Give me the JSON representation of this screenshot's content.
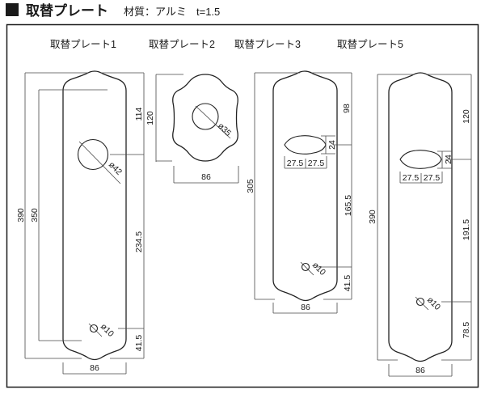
{
  "colors": {
    "ink": "#1a1a1a",
    "background": "#ffffff"
  },
  "header": {
    "title": "取替プレート",
    "material": "材質：アルミ",
    "thickness": "t=1.5"
  },
  "plates": {
    "p1": {
      "name": "取替プレート1",
      "overall_height": "390",
      "body_height": "350",
      "top_to_center_hole": "114",
      "center_hole_to_bottom_hole": "234.5",
      "bottom_hole_to_edge": "41.5",
      "width": "86",
      "center_hole_dia": "ø42",
      "bottom_hole_dia": "ø10"
    },
    "p2": {
      "name": "取替プレート2",
      "height": "120",
      "width": "86",
      "hole_dia": "ø35"
    },
    "p3": {
      "name": "取替プレート3",
      "overall_height": "305",
      "top_to_slot": "98",
      "slot_height": "24",
      "slot_left_half": "27.5",
      "slot_right_half": "27.5",
      "slot_to_hole": "165.5",
      "hole_to_bottom": "41.5",
      "width": "86",
      "hole_dia": "ø10"
    },
    "p5": {
      "name": "取替プレート5",
      "overall_height": "390",
      "top_to_slot": "120",
      "slot_height": "24",
      "slot_left_half": "27.5",
      "slot_right_half": "27.5",
      "slot_to_hole": "191.5",
      "hole_to_bottom": "78.5",
      "width": "86",
      "hole_dia": "ø10"
    }
  }
}
